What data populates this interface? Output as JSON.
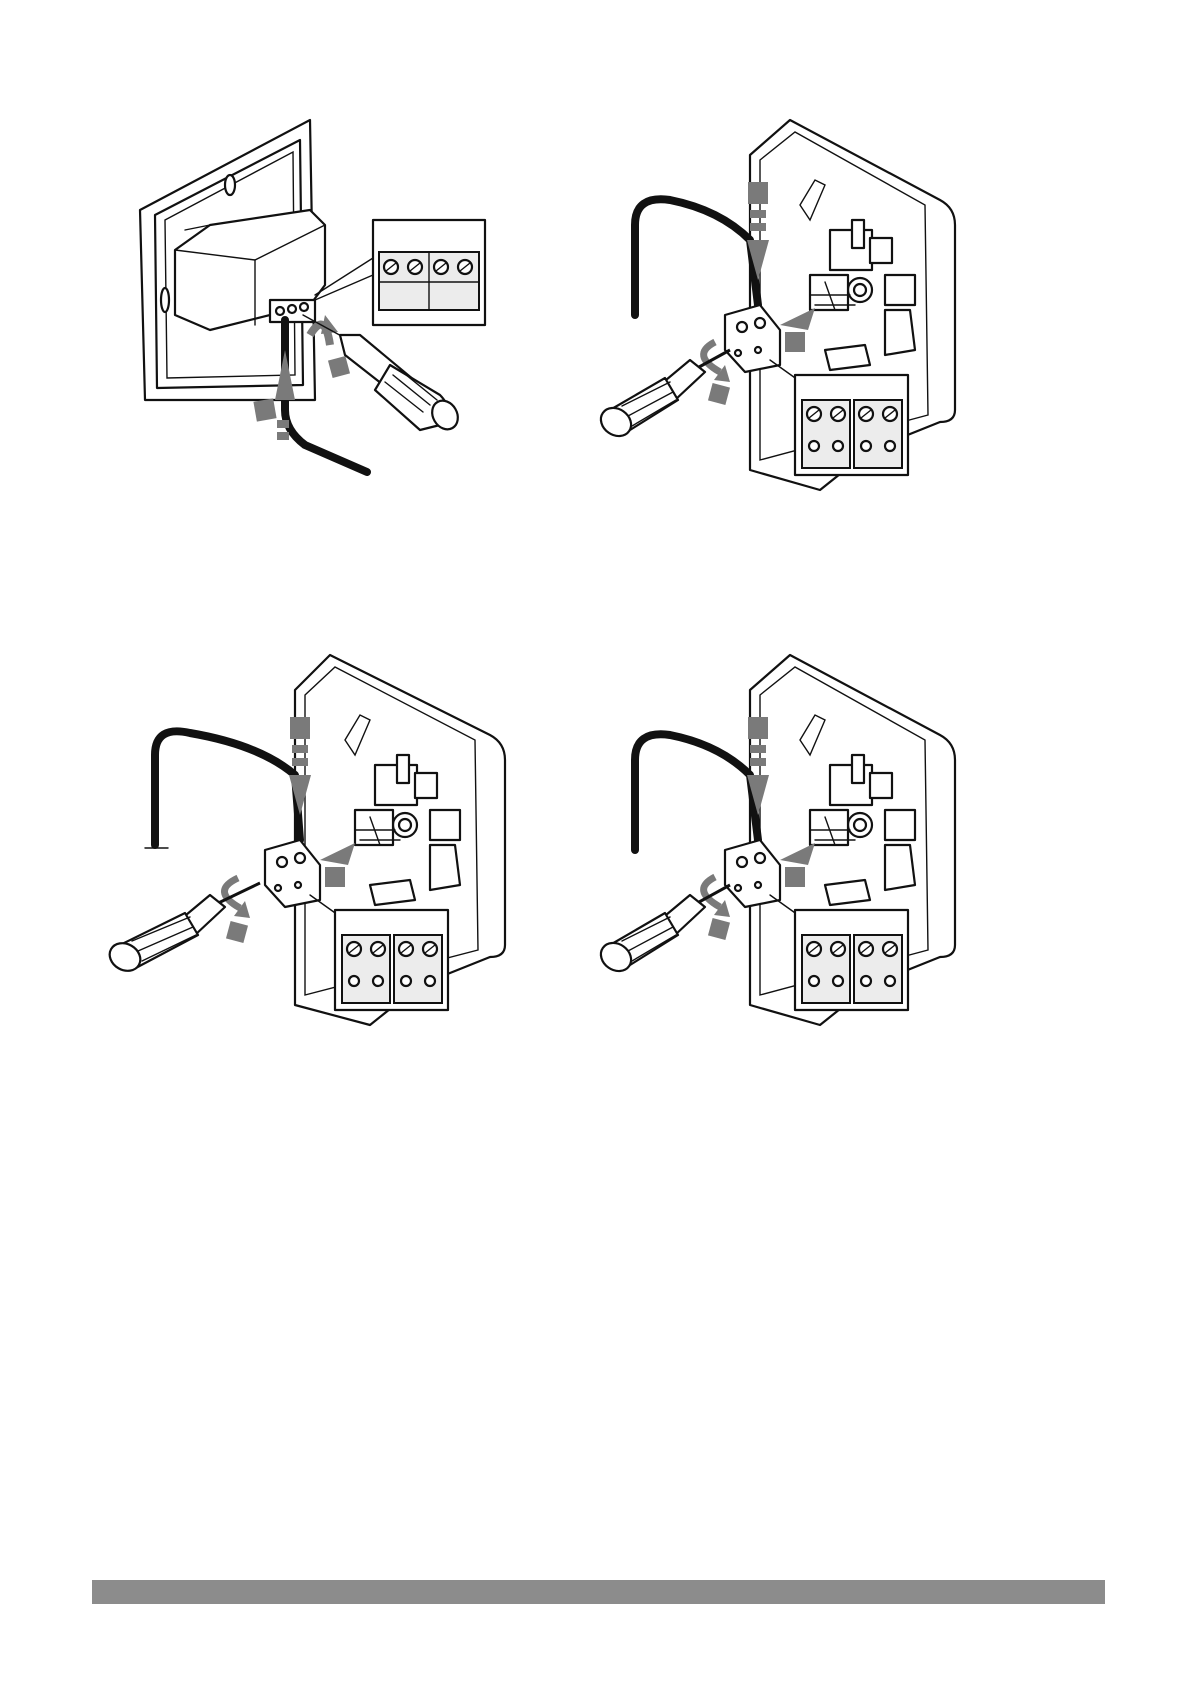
{
  "figure": {
    "panels": [
      {
        "id": "panel-1",
        "device": "flush-mount-box",
        "callout_terminals": 4,
        "callout_rows": 2
      },
      {
        "id": "panel-2",
        "device": "thermostat-back-plate",
        "callout_terminals": 4,
        "callout_rows": 2
      },
      {
        "id": "panel-3",
        "device": "thermostat-back-plate",
        "callout_terminals": 4,
        "callout_rows": 2
      },
      {
        "id": "panel-4",
        "device": "thermostat-back-plate",
        "callout_terminals": 4,
        "callout_rows": 2
      }
    ],
    "icons": [
      "screwdriver-icon",
      "rotation-arrow-icon",
      "insert-arrow-icon",
      "terminal-block-icon",
      "cable-icon"
    ],
    "colors": {
      "line": "#111111",
      "accent_grey": "#7a7a7a",
      "callout_fill": "#ececec",
      "footer_bar": "#8c8c8c"
    }
  }
}
